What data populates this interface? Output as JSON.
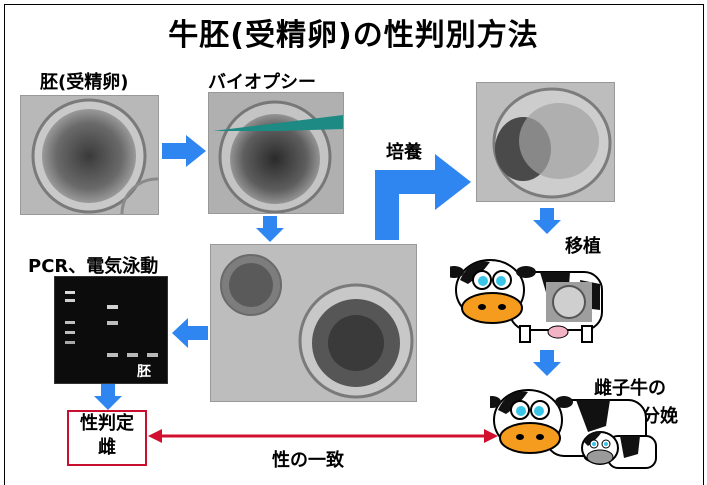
{
  "title": "牛胚(受精卵)の性判別方法",
  "labels": {
    "embryo": "胚(受精卵)",
    "biopsy": "バイオプシー",
    "culture": "培養",
    "pcr": "PCR、電気泳動",
    "transfer": "移植",
    "calving_line1": "雌子牛の",
    "calving_line2": "分娩",
    "gel_lane_label": "胚",
    "result_line1": "性判定",
    "result_line2": "雌",
    "match": "性の一致"
  },
  "colors": {
    "arrow_blue": "#2f86f0",
    "red": "#d0102e",
    "biopsy_blade": "#1d8a84"
  }
}
